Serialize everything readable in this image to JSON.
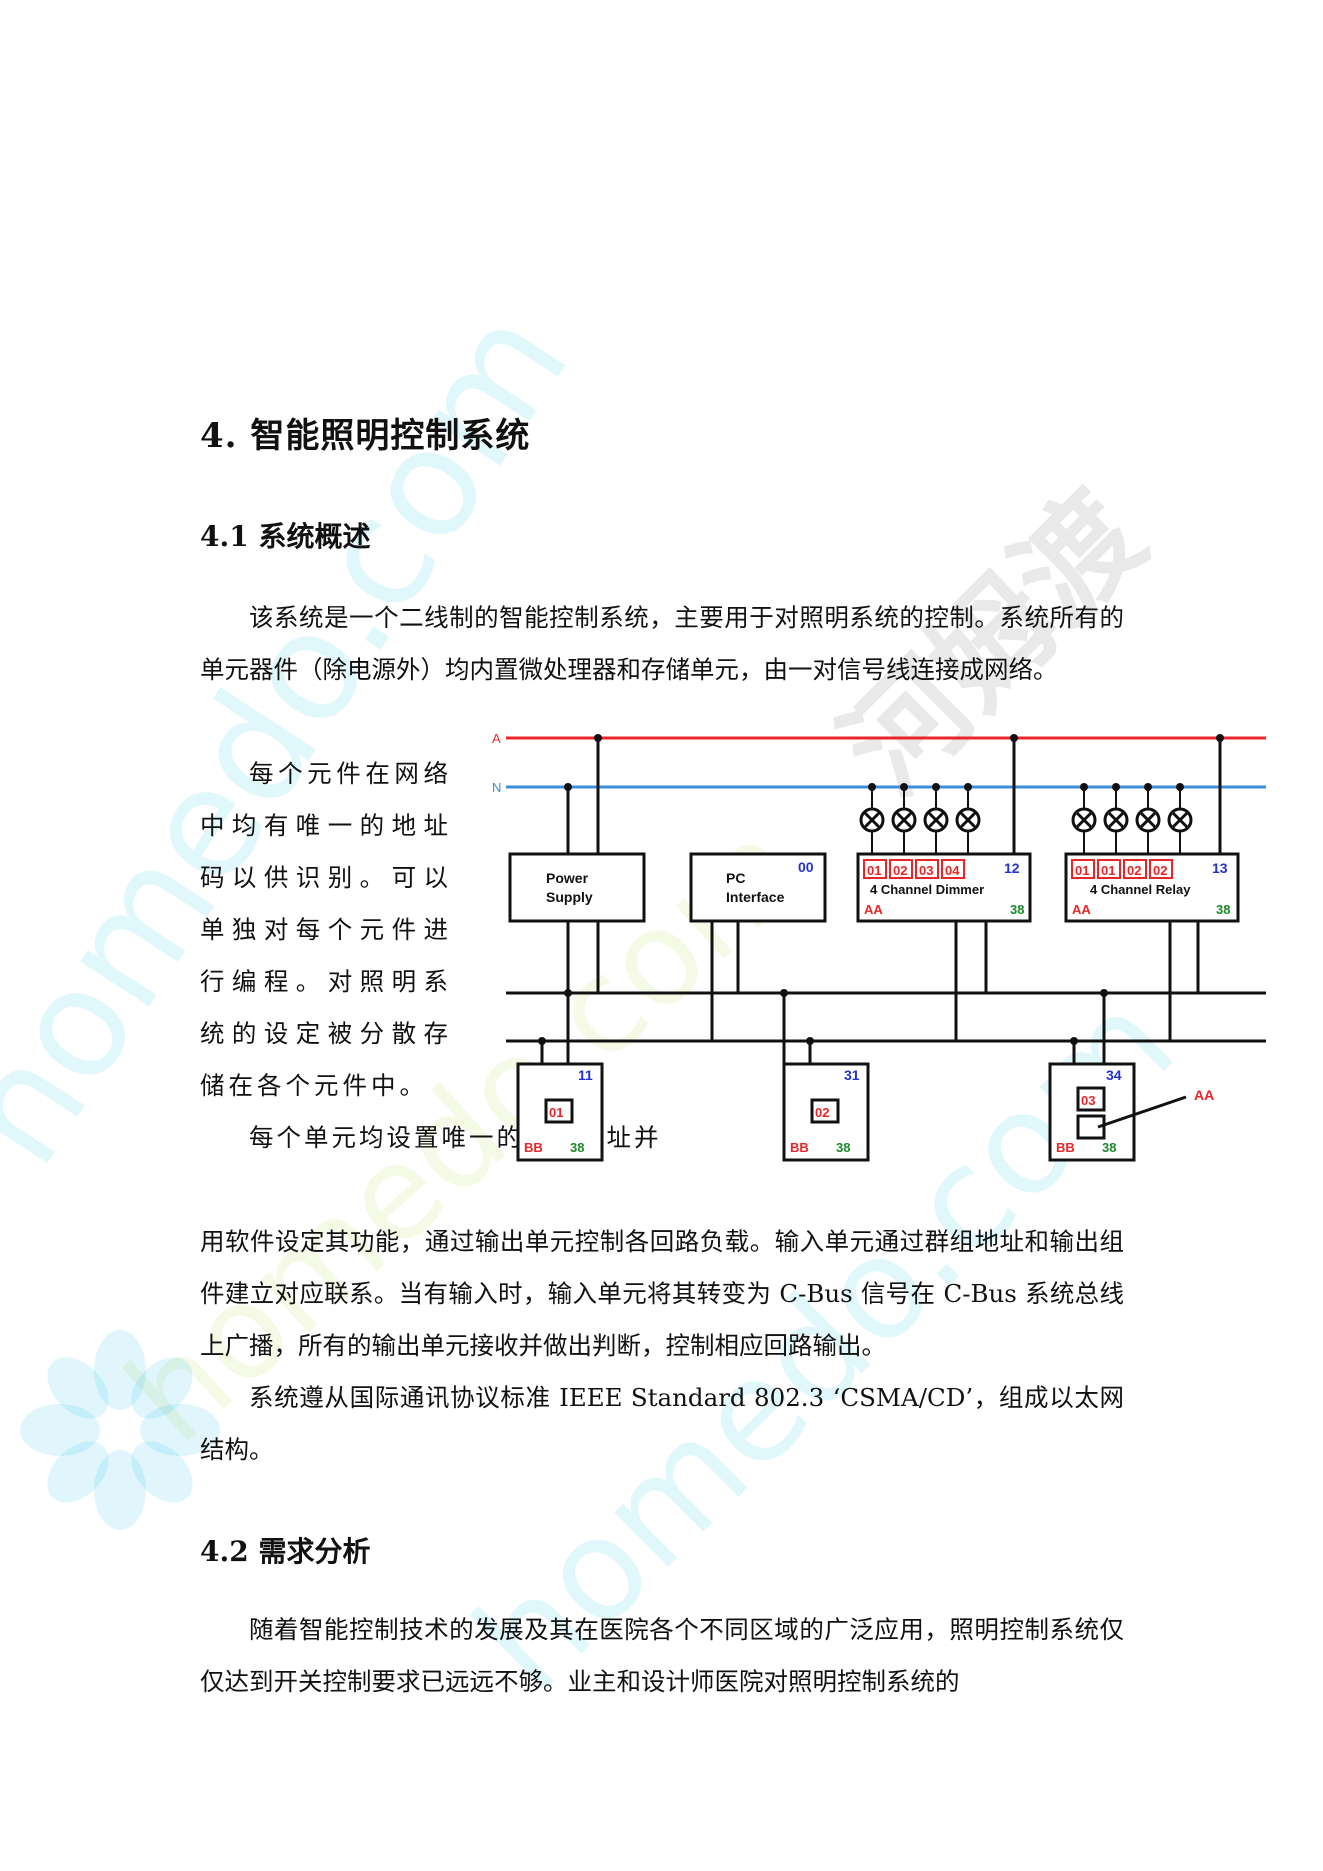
{
  "watermark": {
    "url": "homedo.com",
    "brand": "河姆渡"
  },
  "section": {
    "title": "4.  智能照明控制系统"
  },
  "sub1": {
    "title": "4.1 系统概述",
    "p1": "该系统是一个二线制的智能控制系统，主要用于对照明系统的控制。系统所有的单元器件（除电源外）均内置微处理器和存储单元，由一对信号线连接成网络。",
    "p2": "每个元件在网络中均有唯一的地址码以供识别。可以单独对每个元件进行编程。对照明系统的设定被分散存储在各个元件中。",
    "p3a": "每个单元均设置唯一的单元地址并",
    "p3b": "用软件设定其功能，通过输出单元控制各回路负载。输入单元通过群组地址和输出组件建立对应联系。当有输入时，输入单元将其转变为 C-Bus 信号在 C-Bus 系统总线上广播，所有的输出单元接收并做出判断，控制相应回路输出。",
    "p4": "系统遵从国际通讯协议标准 IEEE Standard 802.3 ‘CSMA/CD’，组成以太网结构。"
  },
  "sub2": {
    "title": "4.2 需求分析",
    "p1": "随着智能控制技术的发展及其在医院各个不同区域的广泛应用，照明控制系统仅仅达到开关控制要求已远远不够。业主和设计师医院对照明控制系统的"
  },
  "diagram": {
    "line_a": "A",
    "line_n": "N",
    "power_supply": {
      "line1": "Power",
      "line2": "Supply"
    },
    "pc_interface": {
      "line1": "PC",
      "line2": "Interface",
      "address": "00"
    },
    "dimmer": {
      "channels": [
        "01",
        "02",
        "03",
        "04"
      ],
      "title": "4 Channel Dimmer",
      "address": "12",
      "area": "AA",
      "code": "38"
    },
    "relay": {
      "channels": [
        "01",
        "01",
        "02",
        "02"
      ],
      "title": "4 Channel Relay",
      "address": "13",
      "area": "AA",
      "code": "38"
    },
    "switch1": {
      "address": "11",
      "button": "01",
      "area": "BB",
      "code": "38"
    },
    "switch2": {
      "address": "31",
      "button": "02",
      "area": "BB",
      "code": "38"
    },
    "switch3": {
      "address": "34",
      "button": "03",
      "area": "BB",
      "code": "38",
      "callout": "AA"
    },
    "colors": {
      "line_a": "#e8262a",
      "line_n": "#3b8fd6",
      "address": "#2233cc",
      "area": "#e8262a",
      "code": "#1c8a2a"
    }
  }
}
